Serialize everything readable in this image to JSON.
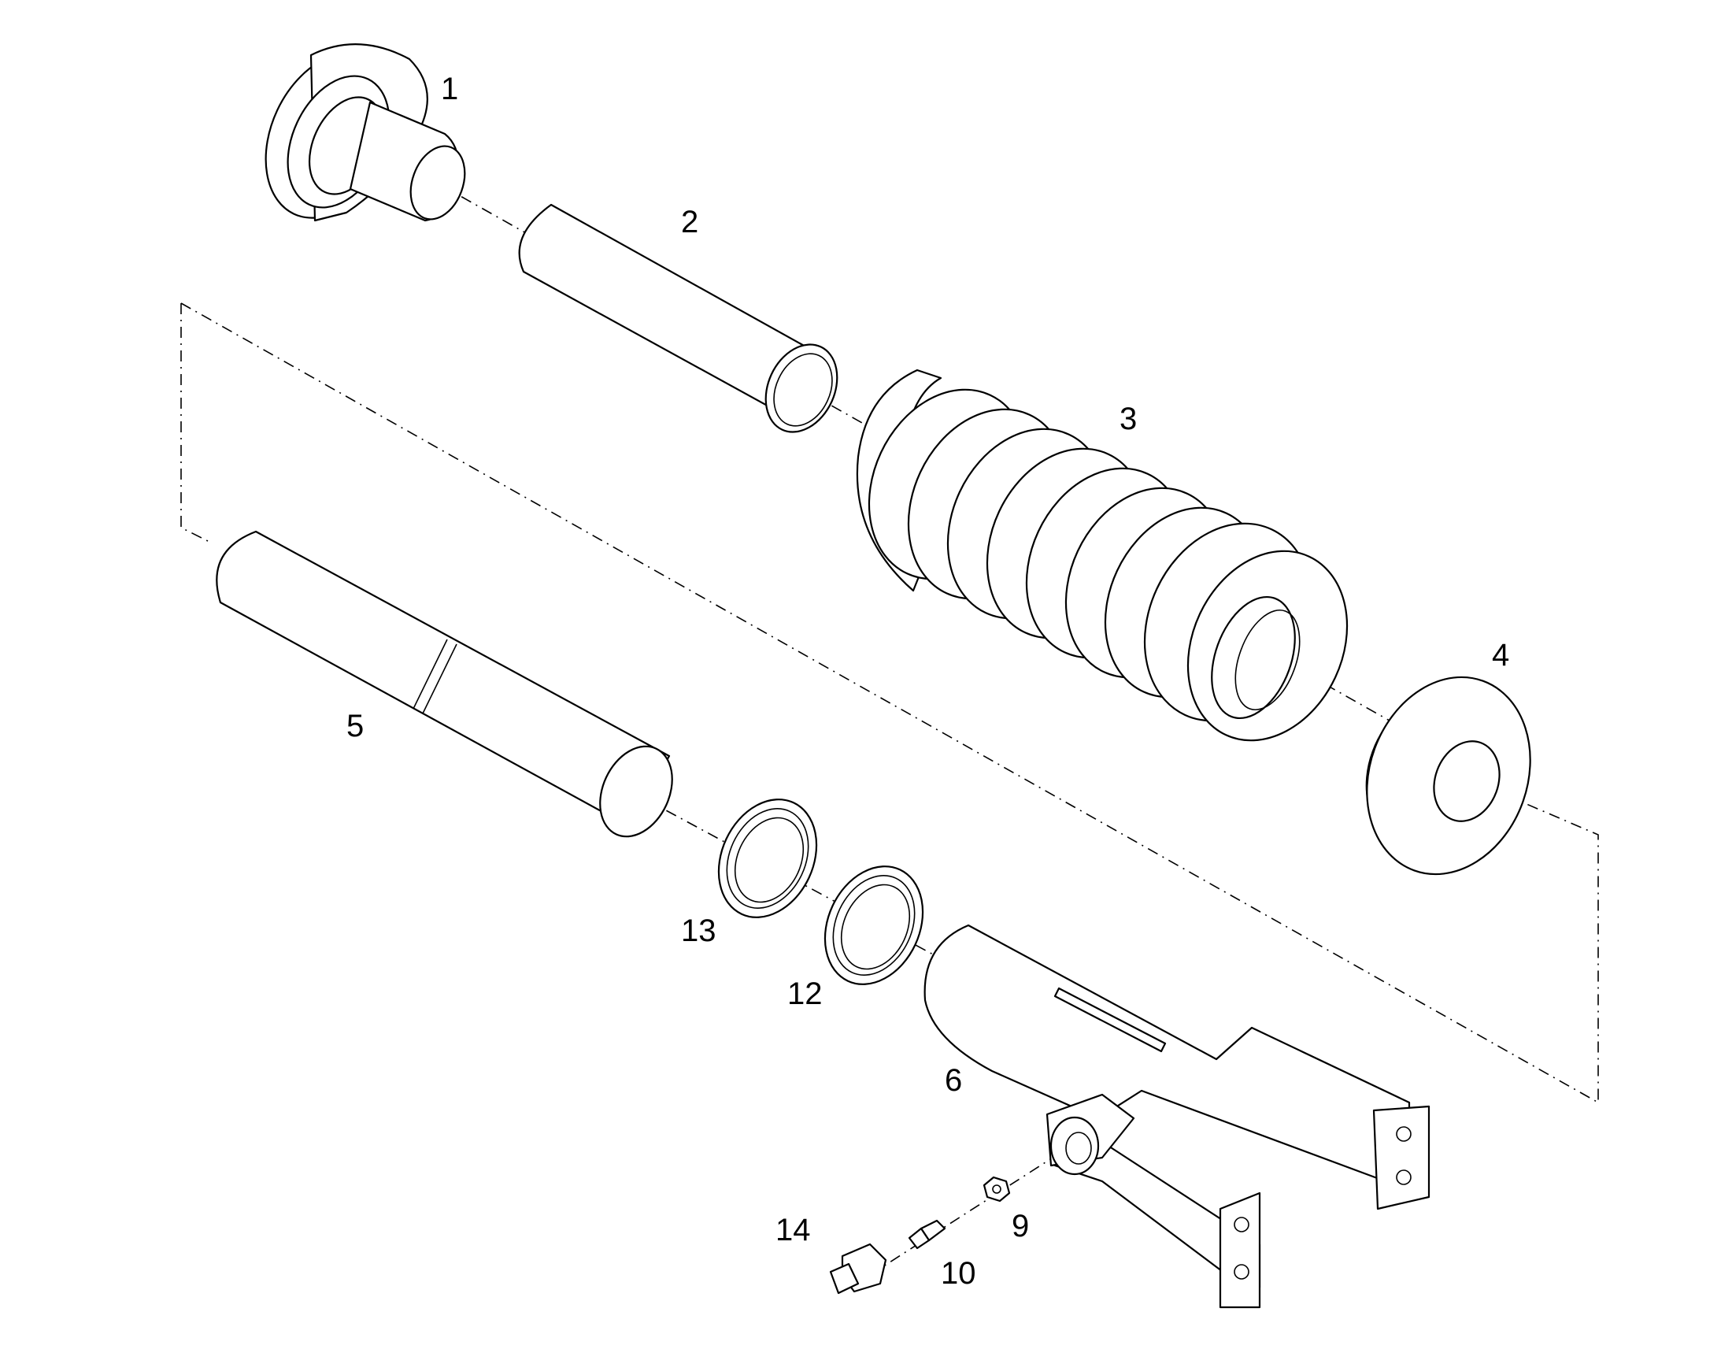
{
  "callouts": {
    "c1": "1",
    "c2": "2",
    "c3": "3",
    "c4": "4",
    "c5": "5",
    "c6": "6",
    "c9": "9",
    "c10": "10",
    "c12": "12",
    "c13": "13",
    "c14": "14"
  },
  "colors": {
    "line": "#000000",
    "background": "#ffffff"
  }
}
